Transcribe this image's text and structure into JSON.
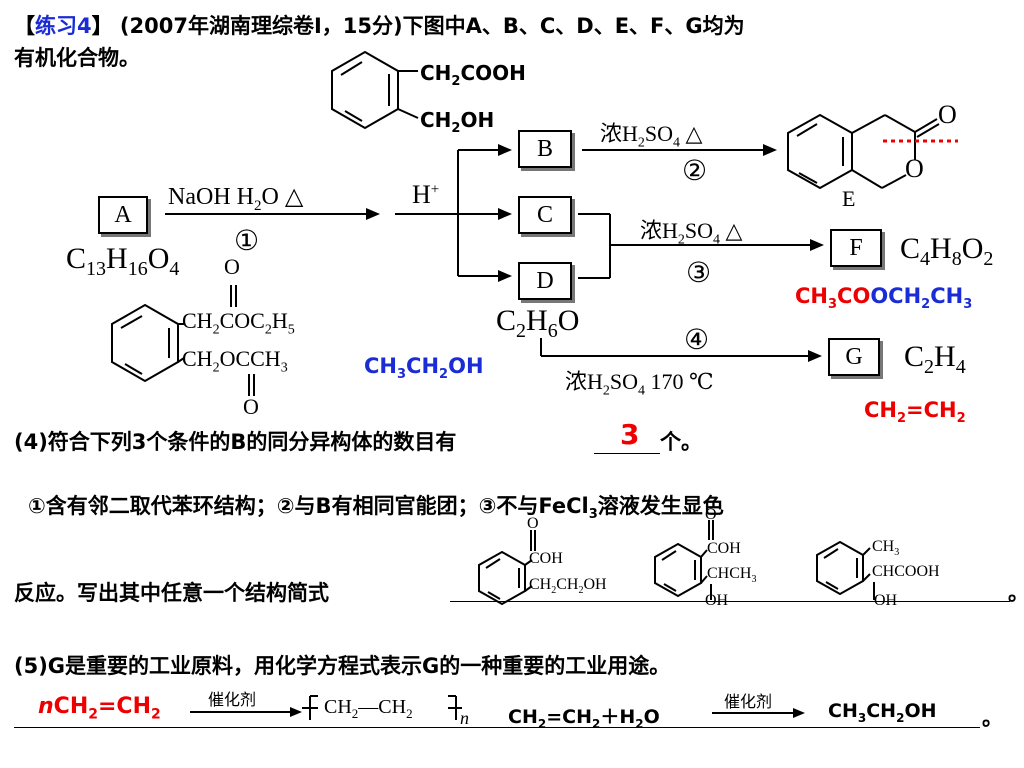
{
  "header": {
    "bracket_open": "【",
    "label": "练习4",
    "bracket_close": "】",
    "line1": " (2007年湖南理综卷I，15分)下图中A、B、C、D、E、F、G均为",
    "line2": "有机化合物。"
  },
  "scheme": {
    "top_sub1": "CH",
    "top_sub1_n": "2",
    "top_sub1_tail": "COOH",
    "top_sub2": "CH",
    "top_sub2_n": "2",
    "top_sub2_tail": "OH",
    "box_a": "A",
    "box_b": "B",
    "box_c": "C",
    "box_d": "D",
    "box_f": "F",
    "box_g": "G",
    "label_e": "E",
    "formula_a": {
      "c": "C",
      "c_n": "13",
      "h": "H",
      "h_n": "16",
      "o": "O",
      "o_n": "4"
    },
    "struct_a_o_top": "O",
    "struct_a_o_bottom": "O",
    "struct_a_upper": {
      "a": "CH",
      "a_n": "2",
      "b": "COC",
      "b_n": "2",
      "c": "H",
      "c_n": "5"
    },
    "struct_a_lower": {
      "a": "CH",
      "a_n": "2",
      "b": "OCCH",
      "b_n": "3"
    },
    "cond1": {
      "a": "NaOH H",
      "a_n": "2",
      "b": "O  △"
    },
    "step1": "①",
    "cond_h": "H",
    "cond_h_sup": "+",
    "cond2": {
      "a": "浓H",
      "a_n": "2",
      "b": "SO",
      "b_n": "4",
      "c": " △"
    },
    "step2": "②",
    "cond3": {
      "a": "浓H",
      "a_n": "2",
      "b": "SO",
      "b_n": "4",
      "c": " △"
    },
    "step3": "③",
    "cond4": {
      "a": "浓H",
      "a_n": "2",
      "b": "SO",
      "b_n": "4",
      "c": "   170 ℃"
    },
    "step4": "④",
    "formula_f": {
      "a": "C",
      "a_n": "4",
      "b": "H",
      "b_n": "8",
      "c": "O",
      "c_n": "2"
    },
    "formula_d": {
      "a": "C",
      "a_n": "2",
      "b": "H",
      "b_n": "6",
      "c": "O"
    },
    "formula_g": {
      "a": "C",
      "a_n": "2",
      "b": "H",
      "b_n": "4"
    },
    "e_o1": "O",
    "e_o2": "O",
    "answer_f": {
      "red": "CH",
      "red_n": "3",
      "red2": "CO",
      "blue": "OCH",
      "blue_n": "2",
      "blue2": "CH",
      "blue2_n": "3"
    },
    "answer_d": {
      "a": "CH",
      "a_n": "3",
      "b": "CH",
      "b_n": "2",
      "c": "OH"
    },
    "answer_g": {
      "a": "CH",
      "a_n": "2",
      "b": "=CH",
      "b_n": "2"
    }
  },
  "question4": {
    "prefix": "(4)符合下列3个条件的B的同分异构体的数目有",
    "answer": "3",
    "suffix": "个。",
    "conditions_a": "①含有邻二取代苯环结构；②与B有相同官能团；③不与FeCl",
    "conditions_n": "3",
    "conditions_b": "溶液发生显色",
    "line3": "反应。写出其中任意一个结构简式",
    "end": "。",
    "iso1": {
      "o": "O",
      "c1": "COH",
      "c2a": "CH",
      "c2a_n": "2",
      "c2b": "CH",
      "c2b_n": "2",
      "c2c": "OH"
    },
    "iso2": {
      "o": "O",
      "c1": "COH",
      "c2a": "CHCH",
      "c2a_n": "3",
      "oh": "OH"
    },
    "iso3": {
      "m": "CH",
      "m_n": "3",
      "c2": "CHCOOH",
      "oh": "OH"
    }
  },
  "question5": {
    "text": "(5)G是重要的工业原料，用化学方程式表示G的一种重要的工业用途。",
    "eq1": {
      "n": "n",
      "a": "CH",
      "a_n": "2",
      "b": "=CH",
      "b_n": "2",
      "cat": "催化剂",
      "p1": "CH",
      "p1_n": "2",
      "dash": "—",
      "p2": "CH",
      "p2_n": "2",
      "pn": "n"
    },
    "eq2": {
      "a": "CH",
      "a_n": "2",
      "b": "=CH",
      "b_n": "2",
      "plus": "＋H",
      "plus_n": "2",
      "o": "O",
      "cat": "催化剂",
      "p": "CH",
      "p_n": "3",
      "q": "CH",
      "q_n": "2",
      "r": "OH"
    },
    "end": "。"
  }
}
